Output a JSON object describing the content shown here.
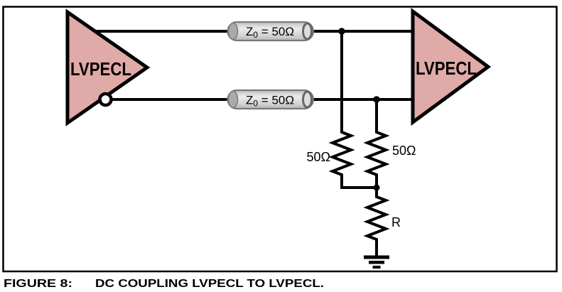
{
  "figure_caption": {
    "label": "FIGURE 8:",
    "title": "DC COUPLING LVPECL TO LVPECL."
  },
  "circuit": {
    "driver_label": "LVPECL",
    "receiver_label": "LVPECL",
    "tline_top_label": {
      "base": "Z",
      "sub": "0",
      "value": " = 50Ω"
    },
    "tline_bottom_label": {
      "base": "Z",
      "sub": "0",
      "value": " = 50Ω"
    },
    "resistor_left_label": "50Ω",
    "resistor_right_label": "50Ω",
    "resistor_r_label": "R",
    "colors": {
      "buffer_fill": "#dfaaa8",
      "outline": "#000000",
      "tline_body": "#d6d6d6",
      "tline_border": "#7a7a7a",
      "r_label_color": "#808080"
    }
  }
}
